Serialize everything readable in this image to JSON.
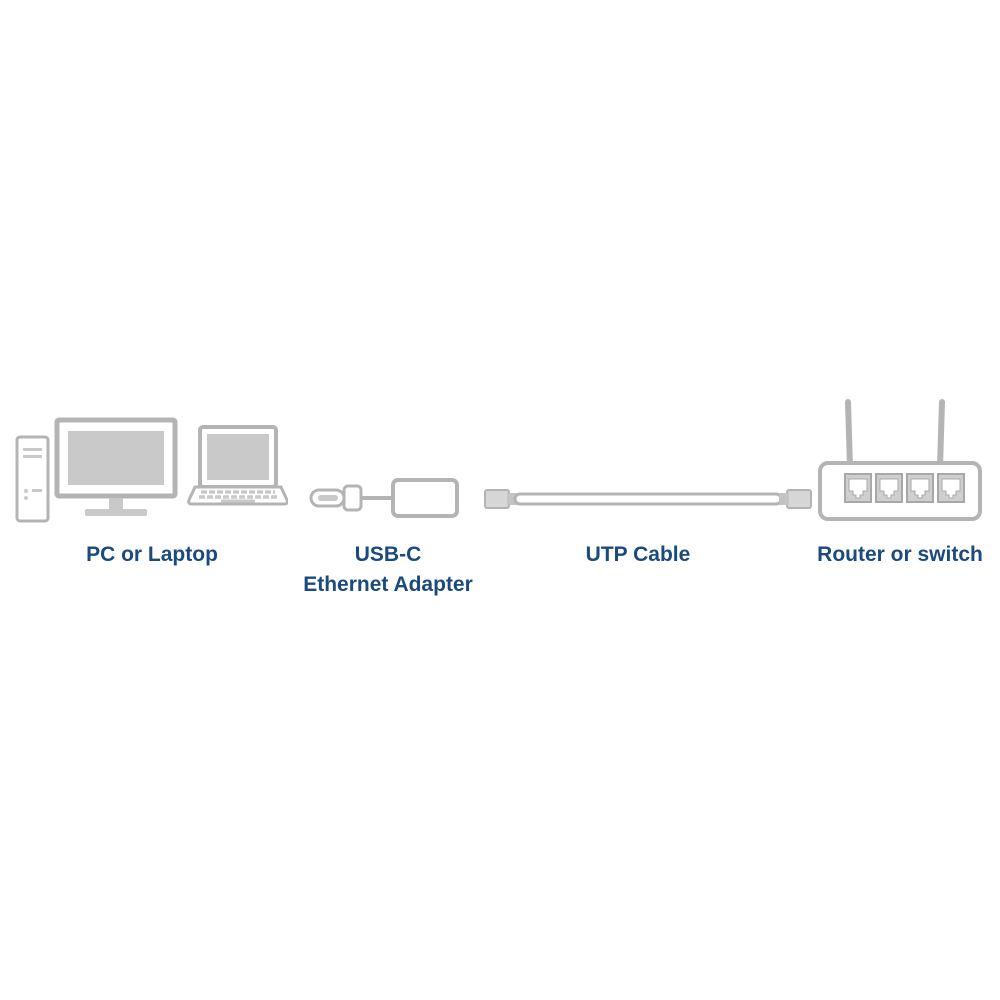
{
  "diagram": {
    "pc": {
      "label": "PC or Laptop"
    },
    "adapter": {
      "line1": "USB-C",
      "line2": "Ethernet Adapter"
    },
    "cable": {
      "label": "UTP Cable"
    },
    "router": {
      "label": "Router or switch"
    }
  },
  "icons": {
    "pc": "desktop-tower-monitor-and-laptop-icon",
    "adapter": "usb-c-ethernet-adapter-icon",
    "cable": "utp-cable-icon",
    "router": "router-with-antennas-and-ports-icon"
  },
  "colors": {
    "label_text": "#1b4a7e",
    "line_art": "#b4b4b4",
    "fill_light": "#c9c9c9",
    "background": "#ffffff"
  }
}
